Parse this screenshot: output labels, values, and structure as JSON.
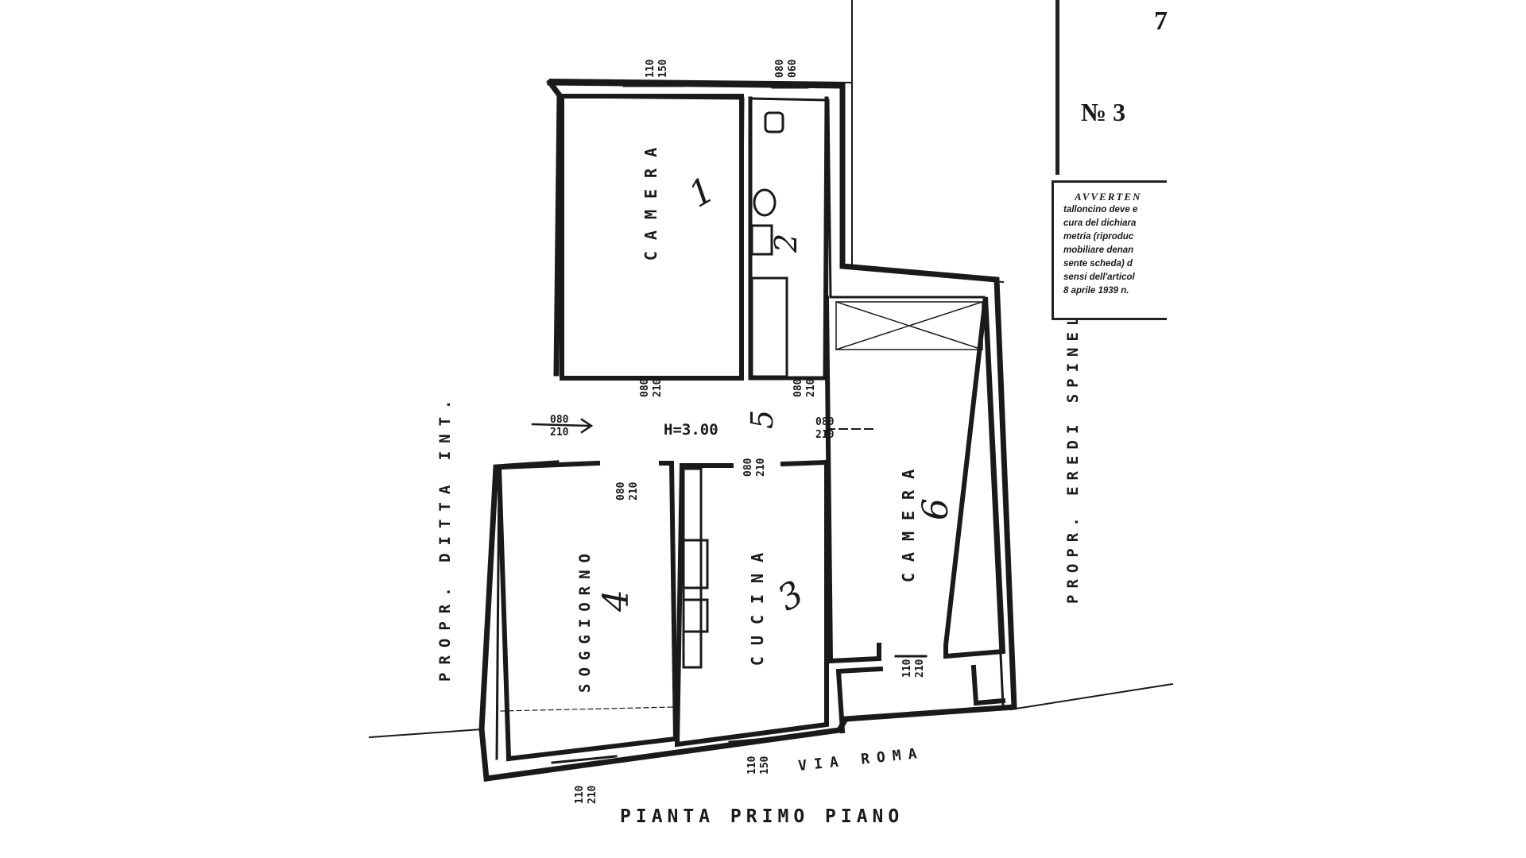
{
  "sheet": {
    "corner_mark": "7",
    "number_label": "№ 3",
    "notice": {
      "title": "AVVERTEN",
      "lines": [
        "talloncino deve e",
        "cura del dichiara",
        "metria (riproduc",
        "mobiliare denan",
        "sente scheda) d",
        "sensi dell'articol",
        "8 aprile 1939  n."
      ]
    }
  },
  "plan": {
    "title": "PIANTA PRIMO PIANO",
    "street": "VIA ROMA",
    "neighbor_left": "PROPR. DITTA INT.",
    "neighbor_right": "PROPR. EREDI SPINELLI",
    "ceiling_height": "H=3.00",
    "rooms": [
      {
        "name": "CAMERA",
        "number": "1"
      },
      {
        "name": "CAMERA",
        "number": "6"
      },
      {
        "name": "SOGGIORNO",
        "number": "4"
      },
      {
        "name": "CUCINA",
        "number": "3"
      }
    ],
    "room_numbers_extra": {
      "bathroom": "2",
      "corridor": "5"
    },
    "openings": [
      {
        "width": "110",
        "height": "150"
      },
      {
        "width": "080",
        "height": "060"
      },
      {
        "width": "080",
        "height": "210"
      },
      {
        "width": "080",
        "height": "210"
      },
      {
        "width": "080",
        "height": "210"
      },
      {
        "width": "080",
        "height": "210"
      },
      {
        "width": "080",
        "height": "210"
      },
      {
        "width": "080",
        "height": "210"
      },
      {
        "width": "110",
        "height": "210"
      },
      {
        "width": "110",
        "height": "210"
      },
      {
        "width": "110",
        "height": "150"
      }
    ]
  }
}
